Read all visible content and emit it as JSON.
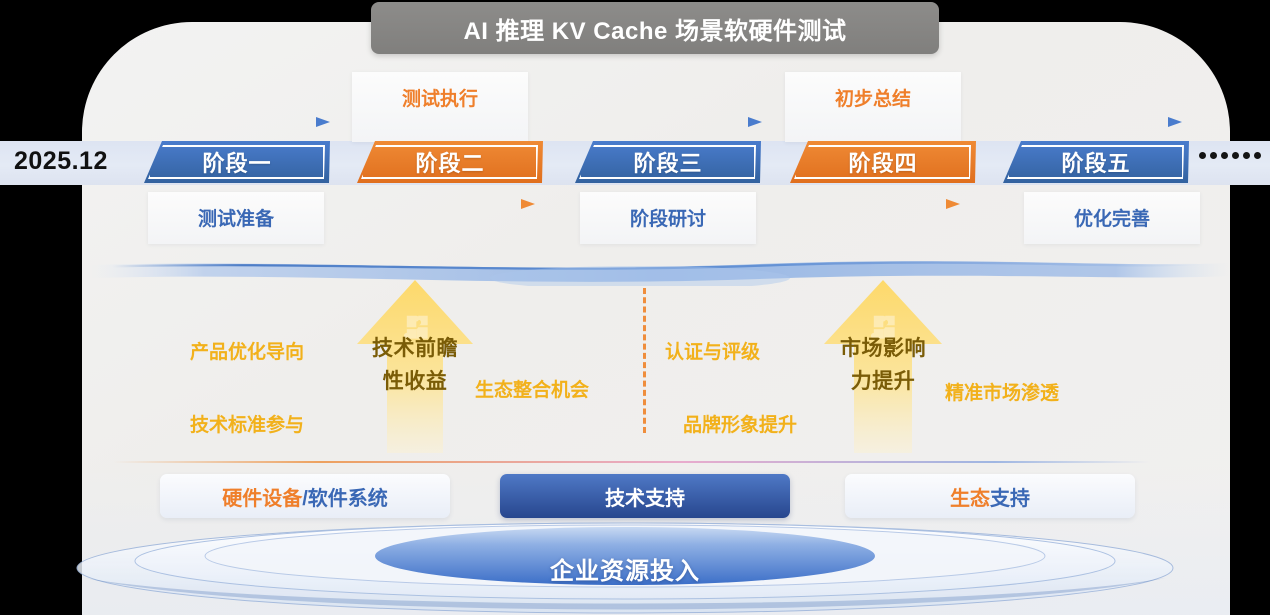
{
  "header": {
    "title": "AI 推理 KV Cache 场景软硬件测试"
  },
  "timeline": {
    "start_label": "2025.12",
    "ellipsis": "......",
    "phases": [
      {
        "name": "阶段一",
        "color": "blue",
        "top_caption": "",
        "bottom_caption": "测试准备"
      },
      {
        "name": "阶段二",
        "color": "orange",
        "top_caption": "测试执行",
        "bottom_caption": ""
      },
      {
        "name": "阶段三",
        "color": "blue",
        "top_caption": "",
        "bottom_caption": "阶段研讨"
      },
      {
        "name": "阶段四",
        "color": "orange",
        "top_caption": "初步总结",
        "bottom_caption": ""
      },
      {
        "name": "阶段五",
        "color": "blue",
        "top_caption": "",
        "bottom_caption": "优化完善"
      }
    ]
  },
  "benefits": {
    "left_labels": [
      "产品优化导向",
      "技术标准参与"
    ],
    "left_arrow": "技术前瞻性收益",
    "middle_label": "生态整合机会",
    "right_labels": [
      "认证与评级",
      "品牌形象提升"
    ],
    "right_arrow": "市场影响力提升",
    "far_right_label": "精准市场渗透"
  },
  "support": {
    "items": [
      {
        "part_a": "硬件设备",
        "part_b": "/软件系统",
        "style": "light"
      },
      {
        "full": "技术支持",
        "style": "dark"
      },
      {
        "part_a": "生态",
        "part_b": "支持",
        "style": "light"
      }
    ]
  },
  "foundation": {
    "label": "企业资源投入"
  },
  "colors": {
    "blue": "#3a68b5",
    "orange": "#ef7f2b",
    "gold": "#f2b11b",
    "title_bar": "#807f7d",
    "band": "#e4eaf5"
  }
}
